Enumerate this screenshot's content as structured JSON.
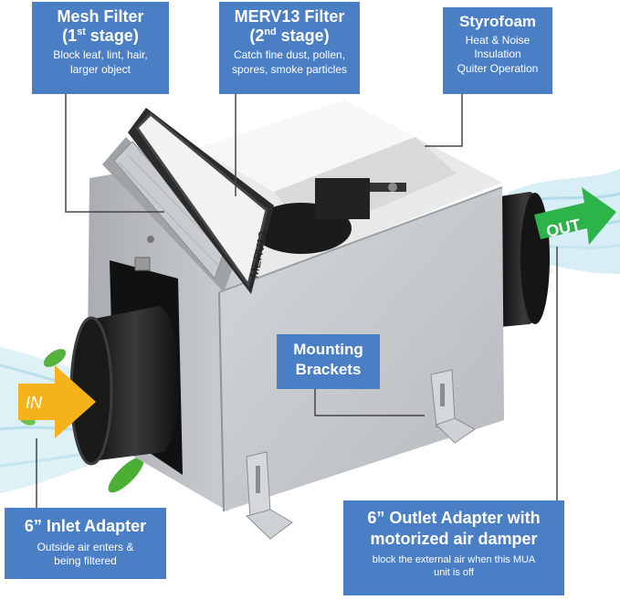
{
  "callouts": {
    "mesh": {
      "title_pre": "Mesh Filter",
      "title_open": "(1",
      "title_sup": "st",
      "title_close": " stage)",
      "lines": [
        "Block leaf, lint, hair,",
        "larger object"
      ]
    },
    "merv": {
      "title_pre": "MERV13 Filter",
      "title_open": "(2",
      "title_sup": "nd",
      "title_close": " stage)",
      "lines": [
        "Catch fine dust, pollen,",
        "spores, smoke particles"
      ]
    },
    "styro": {
      "title": "Styrofoam",
      "lines": [
        "Heat & Noise",
        "Insulation",
        "Quiter Operation"
      ]
    },
    "mount": {
      "lines": [
        "Mounting",
        "Brackets"
      ]
    },
    "inlet": {
      "title": "6” Inlet Adapter",
      "lines": [
        "Outside air enters &",
        "being filtered"
      ]
    },
    "outlet": {
      "lines": [
        "6” Outlet Adapter with",
        "motorized air damper"
      ],
      "sub": [
        "block the external air when this MUA",
        "unit is off"
      ]
    }
  },
  "arrows": {
    "in_label": "IN",
    "out_label": "OUT"
  },
  "filter_label": "MERV13",
  "colors": {
    "callout_bg": "#4a7fc6",
    "in_arrow": "#f5b21b",
    "out_arrow": "#2cb34a",
    "air_stream": "#bfe6f2",
    "leaf": "#4caf35",
    "housing": "#c7cacd",
    "duct": "#1e1e1e"
  }
}
